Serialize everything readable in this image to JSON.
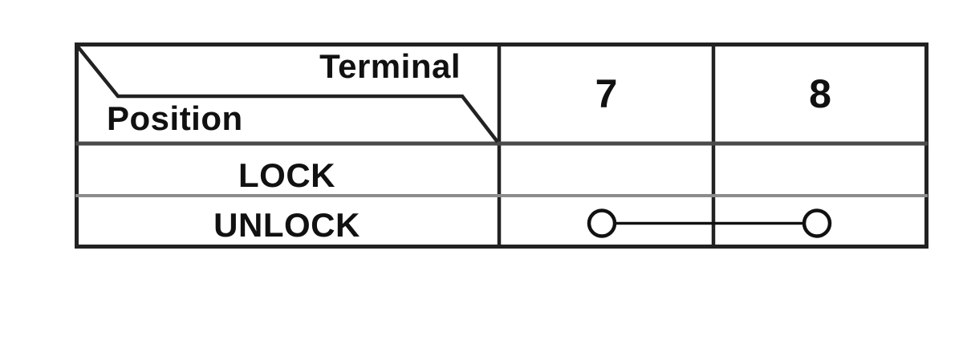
{
  "table": {
    "corner": {
      "top_right": "Terminal",
      "bottom_left": "Position"
    },
    "terminal_columns": [
      "7",
      "8"
    ],
    "rows": [
      {
        "position": "LOCK",
        "connected_terminals": []
      },
      {
        "position": "UNLOCK",
        "connected_terminals": [
          "7",
          "8"
        ]
      }
    ]
  },
  "colors": {
    "background": "#ffffff",
    "outer_border": "#222222",
    "inner_divider": "#222222",
    "header_rule": "#4a4a4a",
    "row_rule": "#8c8c8c",
    "symbol": "#111111",
    "text": "#111111"
  }
}
